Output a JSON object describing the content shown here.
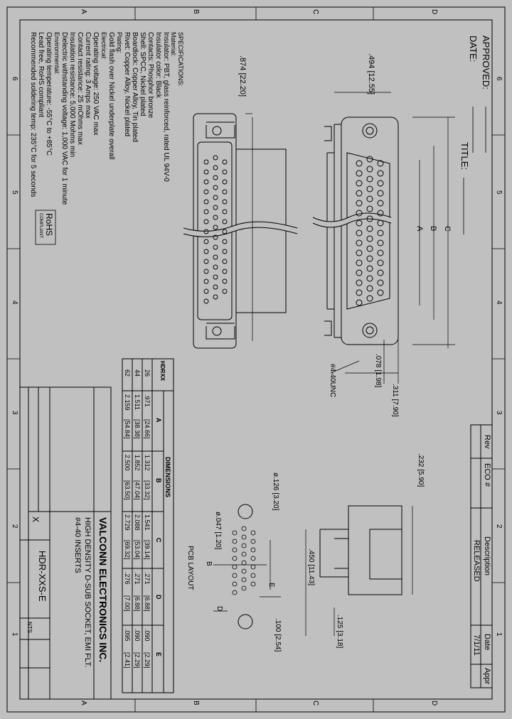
{
  "approval": {
    "approved": "APPROVED:",
    "date": "DATE:",
    "title": "TITLE:"
  },
  "revision_table": {
    "headers": [
      "Rev",
      "ECO #",
      "Description",
      "Date",
      "Appr"
    ],
    "row": {
      "description": "RELEASED",
      "date": "7/1/11"
    }
  },
  "specifications": {
    "heading": "SPECIFICATIONS:",
    "material_heading": "Material:",
    "lines": [
      "Insulator: PBT, glass reinforced, rated UL 94V-0",
      "Insulator color: Black",
      "Contacts: Phosphor bronze",
      "Shell: SPCC, Nickel plated",
      "Boardlock: Copper Alloy, Tin plated",
      "Rivet: Copper Alloy, Nickel plated"
    ],
    "plating_heading": "Plating:",
    "plating_line": "Gold flash over Nickel underplate overall",
    "electrical_heading": "Electrical:",
    "electrical_lines": [
      "Operating voltage: 250 VAC max",
      "Current rating: 3 Amps max",
      "Contact resistance: 25 mOhms max",
      "Insulation resistance: 5,000 Mohms min",
      "Dielectric withstanding voltage: 1,000 VAC for 1 minute"
    ],
    "environmental_heading": "Environmental:",
    "environmental_lines": [
      "Operating temperature: -55°C to +85°C",
      "Lead free, RoHS compliant",
      "Recommended soldering temp: 235°C for 5 seconds"
    ],
    "rohs_logo": "RoHS",
    "rohs_sub": "COMPLIANT"
  },
  "dimensions_table": {
    "title": "DIMENSIONS",
    "col_part": "HDRXX",
    "columns": [
      "A",
      "B",
      "C",
      "D",
      "E"
    ],
    "rows": [
      {
        "pins": "26",
        "A": ".971",
        "A_mm": "[24.66]",
        "B": "1.312",
        "B_mm": "[33.32]",
        "C": "1.541",
        "C_mm": "[39.14]",
        "D": ".271",
        "D_mm": "[6.88]",
        "E": ".090",
        "E_mm": "[2.29]"
      },
      {
        "pins": "44",
        "A": "1.511",
        "A_mm": "[38.38]",
        "B": "1.852",
        "B_mm": "[47.04]",
        "C": "2.088",
        "C_mm": "[53.04]",
        "D": ".271",
        "D_mm": "[6.88]",
        "E": ".090",
        "E_mm": "[2.29]"
      },
      {
        "pins": "62",
        "A": "2.159",
        "A_mm": "[54.84]",
        "B": "2.500",
        "B_mm": "[63.50]",
        "C": "2.729",
        "C_mm": "[69.32]",
        "D": ".276",
        "D_mm": "[7.00]",
        "E": ".095",
        "E_mm": "[2.41]"
      }
    ]
  },
  "drawing": {
    "dim_874": ".874 [22.20]",
    "dim_494": ".494 [12.55]",
    "dim_078": ".078 [1.98]",
    "dim_311": ".311 [7.90]",
    "thread": "#4-40UNC",
    "dim_232": ".232 [5.90]",
    "dim_450": ".450 [11.43]",
    "dim_125": ".125 [3.18]",
    "dim_hole_126": "ø.126 [3.20]",
    "dim_hole_047": "ø.047 [1.20]",
    "dim_100": ".100 [2.54]",
    "pcb_layout": "PCB LAYOUT",
    "label_a": "A",
    "label_b": "B",
    "label_c": "C",
    "label_d": "D",
    "label_e": "E"
  },
  "title_block": {
    "company": "VALCONN ELECTRONICS INC.",
    "description_line1": "HIGH DENSITY D-SUB SOCKET, EMI FLT.",
    "description_line2": "#4-40 INSERTS",
    "part_number": "HDR-XXS-E",
    "size": "X",
    "scale": "NTS"
  },
  "border": {
    "zones_numbers": [
      "6",
      "5",
      "4",
      "3",
      "2",
      "1"
    ],
    "zones_letters": [
      "A",
      "B",
      "C",
      "D"
    ]
  }
}
